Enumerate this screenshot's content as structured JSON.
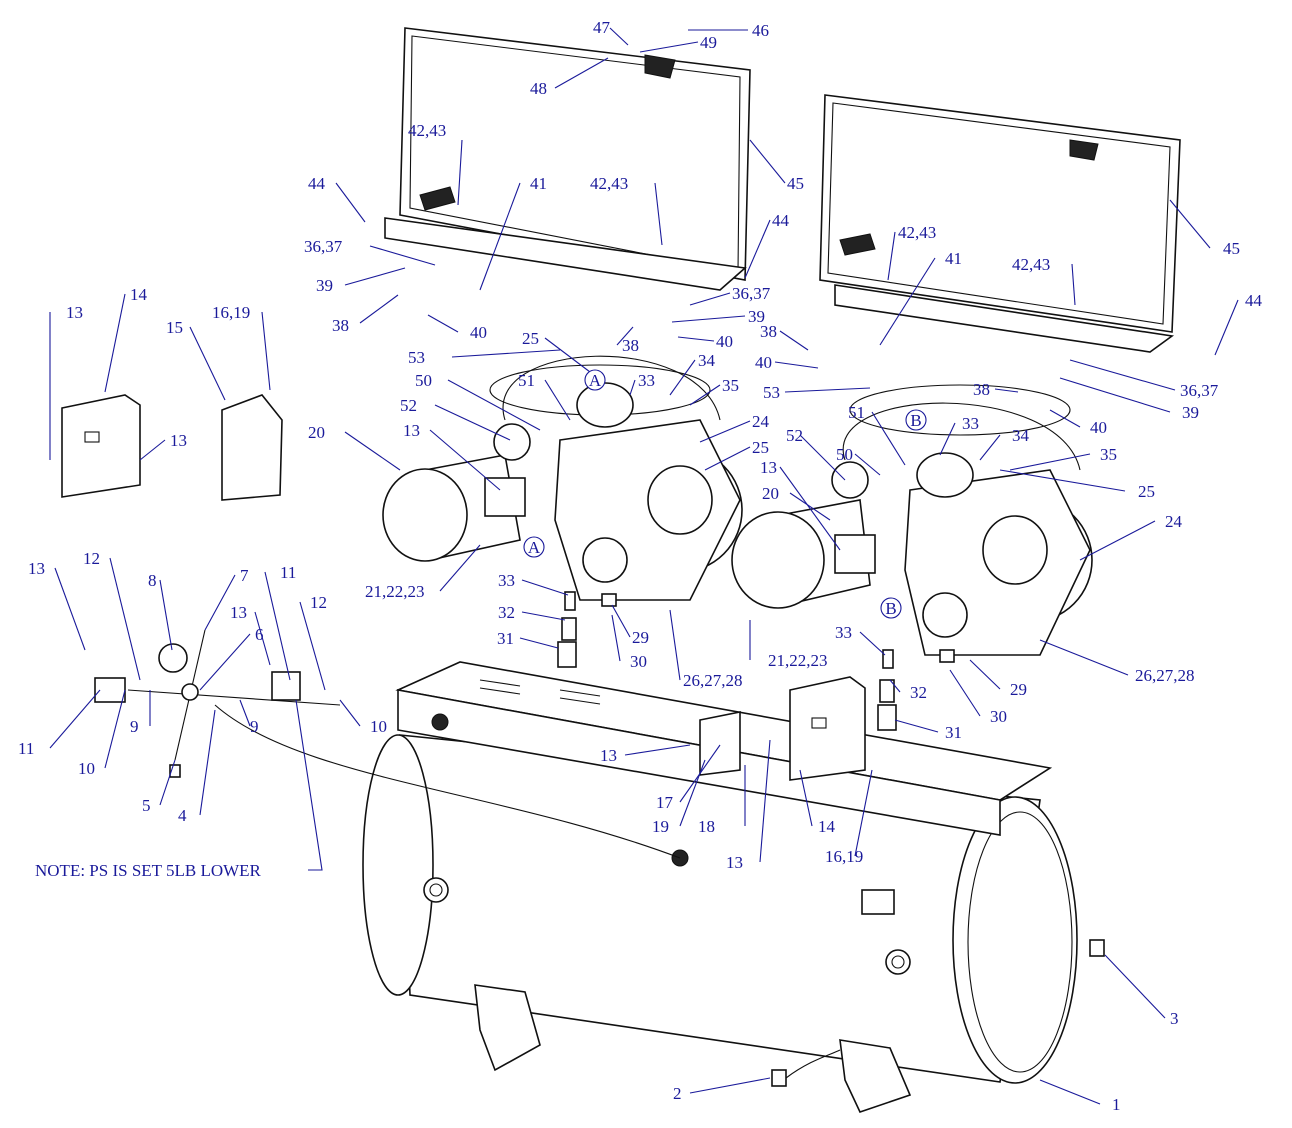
{
  "diagram": {
    "title": "Twin-pump air compressor exploded parts diagram",
    "callouts": [
      "47",
      "46",
      "49",
      "48",
      "42,43",
      "41",
      "42,43",
      "45",
      "44",
      "36,37",
      "44",
      "39",
      "38",
      "40",
      "36,37",
      "38",
      "39",
      "40",
      "13",
      "14",
      "15",
      "16,19",
      "13",
      "25",
      "34",
      "53",
      "33",
      "35",
      "50",
      "51",
      "52",
      "24",
      "20",
      "13",
      "25",
      "21,22,23",
      "33",
      "32",
      "31",
      "29",
      "30",
      "26,27,28",
      "41",
      "42,43",
      "42,43",
      "45",
      "44",
      "53",
      "36,37",
      "38",
      "40",
      "38",
      "39",
      "40",
      "51",
      "33",
      "34",
      "52",
      "35",
      "50",
      "25",
      "24",
      "13",
      "20",
      "21,22,23",
      "33",
      "32",
      "29",
      "30",
      "26,27,28",
      "31",
      "13",
      "12",
      "8",
      "7",
      "11",
      "13",
      "12",
      "6",
      "9",
      "9",
      "10",
      "11",
      "10",
      "5",
      "4",
      "13",
      "17",
      "19",
      "18",
      "14",
      "13",
      "16,19",
      "3",
      "2",
      "1"
    ],
    "note": "NOTE: PS IS SET 5LB LOWER",
    "reference_markers": [
      "A",
      "A",
      "B",
      "B"
    ]
  }
}
